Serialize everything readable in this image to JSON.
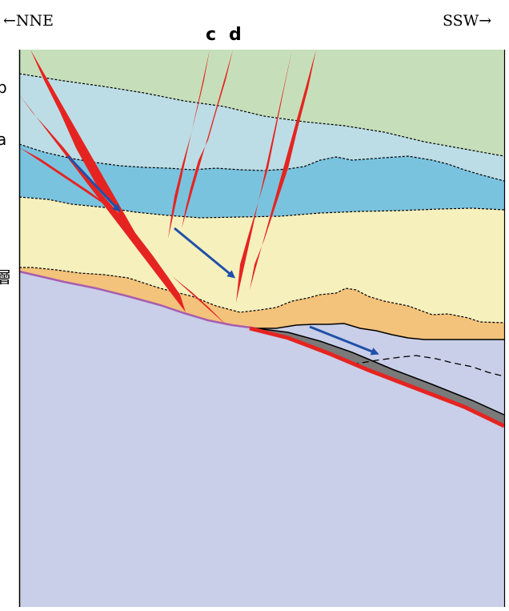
{
  "direction_labels": {
    "left": "←NNE",
    "right": "SSW→"
  },
  "fault_labels": {
    "c": "c",
    "d": "d",
    "b": "b",
    "a": "a"
  },
  "side_label": "層",
  "colors": {
    "layer_top": "#c6dfba",
    "layer_b": "#bcdde5",
    "layer_a": "#7ac3df",
    "layer_mid": "#f6f0bd",
    "layer_orange": "#f3c27b",
    "basement": "#c9cfe8",
    "wedge": "#c9cfe8",
    "fault": "#e52421",
    "arrow": "#2050a8",
    "contact": "#a85dae",
    "shear": "#7a7a7a"
  }
}
